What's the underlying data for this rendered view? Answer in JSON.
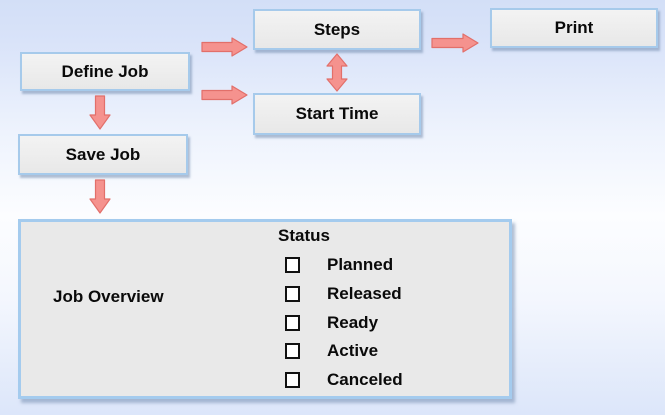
{
  "nodes": {
    "define_job": {
      "label": "Define Job"
    },
    "steps": {
      "label": "Steps"
    },
    "print": {
      "label": "Print"
    },
    "start_time": {
      "label": "Start Time"
    },
    "save_job": {
      "label": "Save Job"
    },
    "job_overview": {
      "label": "Job Overview"
    }
  },
  "status_panel": {
    "title": "Status",
    "options": [
      {
        "label": "Planned",
        "checked": false
      },
      {
        "label": "Released",
        "checked": false
      },
      {
        "label": "Ready",
        "checked": false
      },
      {
        "label": "Active",
        "checked": false
      },
      {
        "label": "Canceled",
        "checked": false
      }
    ]
  },
  "connections": [
    {
      "from": "define_job",
      "to": "steps",
      "direction": "right"
    },
    {
      "from": "define_job",
      "to": "start_time",
      "direction": "right"
    },
    {
      "from": "steps",
      "to": "print",
      "direction": "right"
    },
    {
      "from": "steps",
      "to": "start_time",
      "direction": "both-vertical"
    },
    {
      "from": "define_job",
      "to": "save_job",
      "direction": "down"
    },
    {
      "from": "save_job",
      "to": "job_overview",
      "direction": "down"
    }
  ],
  "colors": {
    "arrow_fill": "#f5928e",
    "arrow_stroke": "#e26f6a",
    "box_border": "#a6caeb",
    "box_fill": "#ededed",
    "background_top": "#d3dff7",
    "background_middle": "#fcfdff",
    "background_bottom": "#dce6fa",
    "text": "#0a0a0a"
  }
}
